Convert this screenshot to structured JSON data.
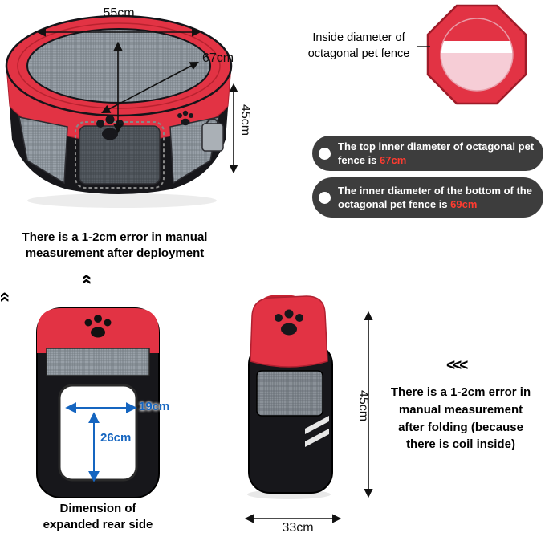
{
  "top_left": {
    "dim_top_width": "55cm",
    "dim_top_diameter": "67cm",
    "dim_height": "45cm",
    "caption": "There is a 1-2cm error in manual\nmeasurement after deployment"
  },
  "top_right": {
    "diagram_label": "Inside diameter of\noctagonal pet fence",
    "pill1_text": "The top inner diameter of octagonal pet fence is ",
    "pill1_value": "67cm",
    "pill2_text": "The inner diameter of the bottom of the octagonal pet fence is ",
    "pill2_value": "69cm"
  },
  "bottom_left": {
    "dim_door_width": "19cm",
    "dim_door_height": "26cm",
    "caption": "Dimension of\nexpanded rear side"
  },
  "bottom_middle": {
    "dim_height": "45cm",
    "dim_width": "33cm"
  },
  "bottom_right": {
    "caption": "There is a 1-2cm error in\nmanual measurement\nafter folding (because\nthere is coil inside)"
  },
  "icons": {
    "chevron_up": "«",
    "chevron_triple_left": "<<<"
  },
  "colors": {
    "red": "#e23344",
    "black": "#17171b",
    "pill_bg": "#3d3d3d",
    "pill_value": "#ff3b30",
    "blue": "#1565c0"
  }
}
